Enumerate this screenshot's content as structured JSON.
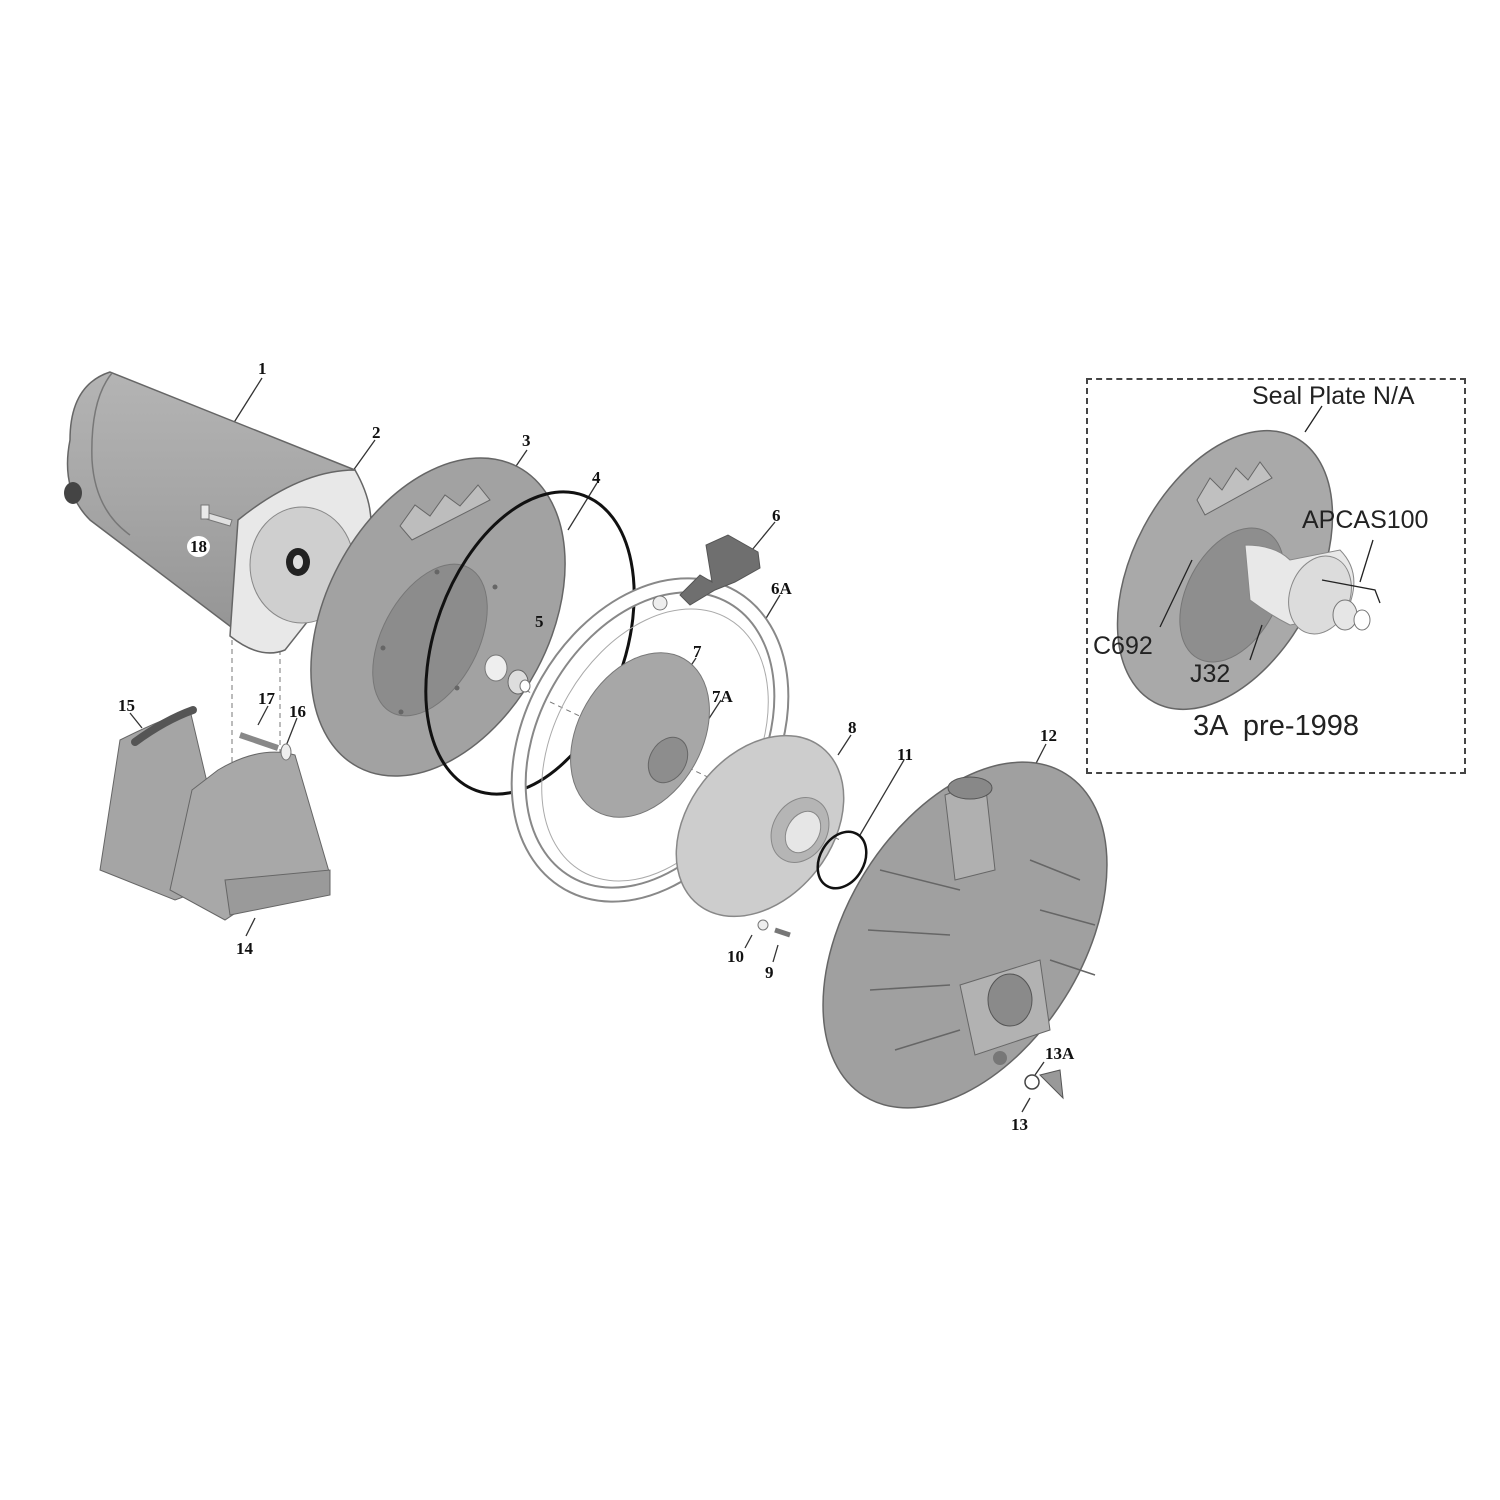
{
  "diagram": {
    "type": "exploded-parts-diagram",
    "subject": "pump assembly",
    "colors": {
      "part_fill": "#a9a9a9",
      "part_dark": "#8f8f8f",
      "part_light": "#d2d2d2",
      "outline": "#555555",
      "oring": "#111111",
      "background": "#ffffff"
    }
  },
  "callouts": [
    {
      "id": "1",
      "label": "1"
    },
    {
      "id": "2",
      "label": "2"
    },
    {
      "id": "3",
      "label": "3"
    },
    {
      "id": "4",
      "label": "4"
    },
    {
      "id": "5",
      "label": "5"
    },
    {
      "id": "6",
      "label": "6"
    },
    {
      "id": "6A",
      "label": "6A"
    },
    {
      "id": "7",
      "label": "7"
    },
    {
      "id": "7A",
      "label": "7A"
    },
    {
      "id": "8",
      "label": "8"
    },
    {
      "id": "9",
      "label": "9"
    },
    {
      "id": "10",
      "label": "10"
    },
    {
      "id": "11",
      "label": "11"
    },
    {
      "id": "12",
      "label": "12"
    },
    {
      "id": "13",
      "label": "13"
    },
    {
      "id": "13A",
      "label": "13A"
    },
    {
      "id": "14",
      "label": "14"
    },
    {
      "id": "15",
      "label": "15"
    },
    {
      "id": "16",
      "label": "16"
    },
    {
      "id": "17",
      "label": "17"
    },
    {
      "id": "18",
      "label": "18"
    }
  ],
  "inset": {
    "caption": "3A  pre-1998",
    "labels": {
      "seal_plate": "Seal Plate N/A",
      "apcas": "APCAS100",
      "c692": "C692",
      "j32": "J32"
    }
  }
}
